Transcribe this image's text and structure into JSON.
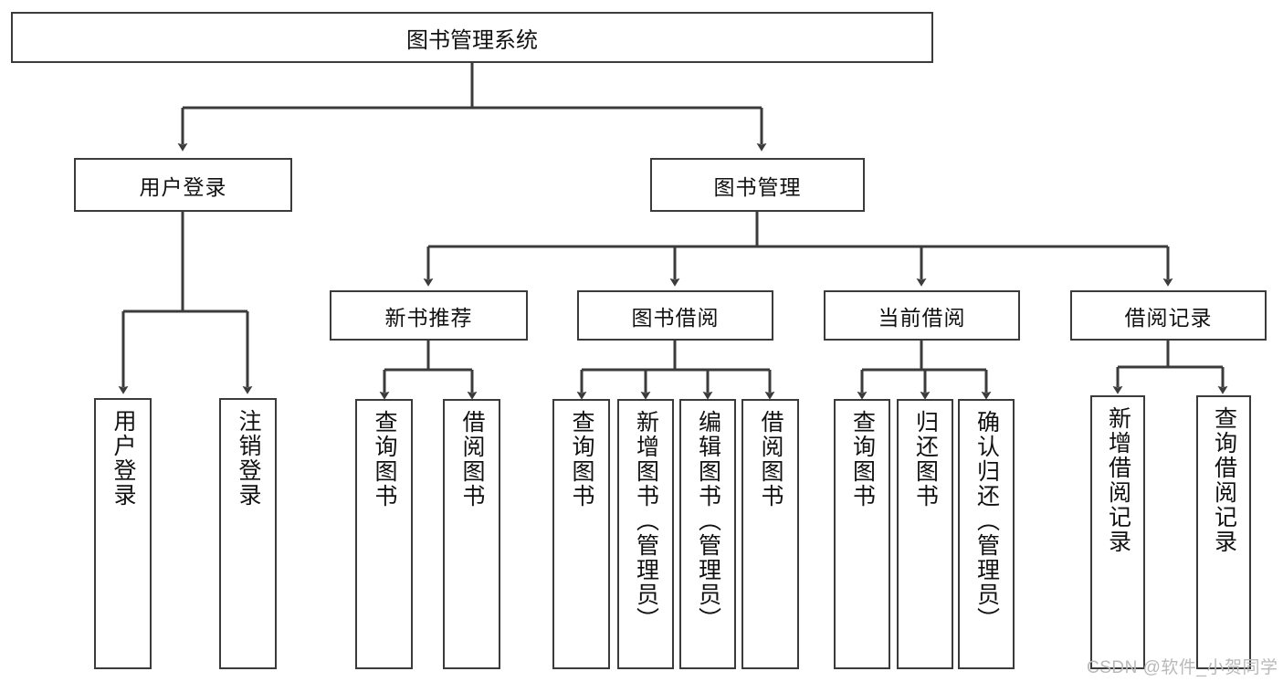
{
  "diagram": {
    "type": "tree",
    "title": "图书管理系统",
    "orientation": "top-down",
    "levels": 4,
    "colors": {
      "stroke": "#3b3b3b",
      "fill": "#ffffff",
      "text": "#111111",
      "watermark": "#b9b9b9"
    }
  },
  "nodes": {
    "root": {
      "label": "图书管理系统"
    },
    "level2": [
      {
        "id": "user-login",
        "label": "用户登录"
      },
      {
        "id": "book-management",
        "label": "图书管理"
      }
    ],
    "level3": [
      {
        "id": "new-book-recommend",
        "label": "新书推荐"
      },
      {
        "id": "book-borrow",
        "label": "图书借阅"
      },
      {
        "id": "current-borrow",
        "label": "当前借阅"
      },
      {
        "id": "borrow-record",
        "label": "借阅记录"
      }
    ],
    "leaves": {
      "user_login": [
        {
          "id": "leaf-user-login",
          "label": "用户登录"
        },
        {
          "id": "leaf-logout-login",
          "label": "注销登录"
        }
      ],
      "new_book_recommend": [
        {
          "id": "leaf-query-book-1",
          "label": "查询图书"
        },
        {
          "id": "leaf-borrow-book-1",
          "label": "借阅图书"
        }
      ],
      "book_borrow": [
        {
          "id": "leaf-query-book-2",
          "label": "查询图书"
        },
        {
          "id": "leaf-add-book",
          "label": "新增图书（管理员）"
        },
        {
          "id": "leaf-edit-book",
          "label": "编辑图书（管理员）"
        },
        {
          "id": "leaf-borrow-book-2",
          "label": "借阅图书"
        }
      ],
      "current_borrow": [
        {
          "id": "leaf-query-book-3",
          "label": "查询图书"
        },
        {
          "id": "leaf-return-book",
          "label": "归还图书"
        },
        {
          "id": "leaf-confirm-return",
          "label": "确认归还（管理员）"
        }
      ],
      "borrow_record": [
        {
          "id": "leaf-add-record",
          "label": "新增借阅记录"
        },
        {
          "id": "leaf-query-record",
          "label": "查询借阅记录"
        }
      ]
    }
  },
  "watermark": {
    "text": "CSDN @软件_小贺同学"
  }
}
